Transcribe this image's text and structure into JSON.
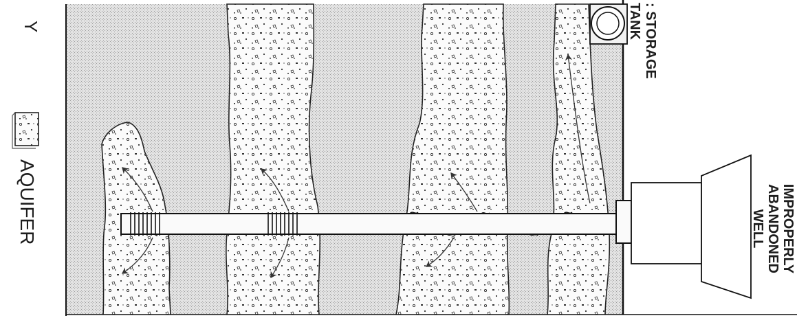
{
  "labels": {
    "corner_fragment": "Y",
    "storage_line1": ": STORAGE",
    "storage_line2": "TANK",
    "well_line1": "IMPROPERLY",
    "well_line2": "ABANDONED",
    "well_line3": "WELL"
  },
  "legend": {
    "aquifer_label": "AQUIFER"
  }
}
